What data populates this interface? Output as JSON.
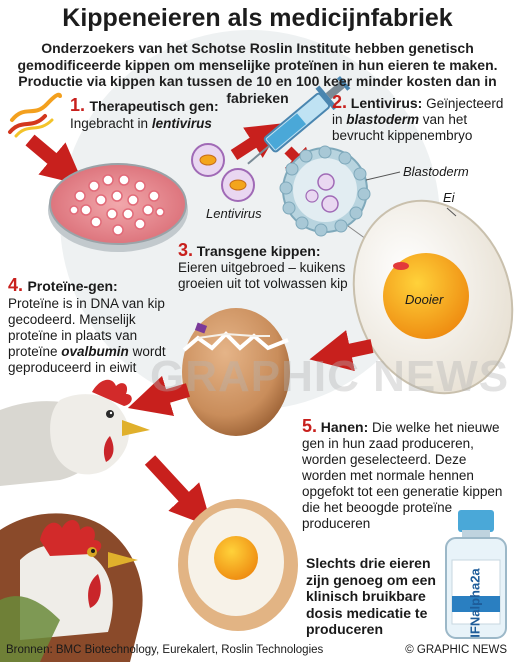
{
  "title": "Kippeneieren als medicijnfabriek",
  "intro": "Onderzoekers van het Schotse Roslin Institute hebben genetisch gemodificeerde kippen om menselijke proteïnen in hun eieren te maken. Productie via kippen kan tussen de 10 en 100 keer minder kosten dan in fabrieken",
  "steps": {
    "s1": {
      "num": "1.",
      "head": "Therapeutisch gen:",
      "text_a": "Ingebracht in ",
      "text_b": "lentivirus"
    },
    "s2": {
      "num": "2.",
      "head": "Lentivirus:",
      "text_a": " Geïnjecteerd in ",
      "text_b": "blastoderm",
      "text_c": " van het bevrucht kippenembryo"
    },
    "s3": {
      "num": "3.",
      "head": "Transgene kippen:",
      "text": " Eieren uitgebroed – kuikens groeien uit tot volwassen kip"
    },
    "s4": {
      "num": "4.",
      "head": "Proteïne-gen:",
      "text_a": "Proteïne is in DNA van kip gecodeerd. Menselijk proteïne in plaats van proteïne ",
      "text_b": "ovalbumin",
      "text_c": " wordt geproduceerd in eiwit"
    },
    "s5": {
      "num": "5.",
      "head": "Hanen:",
      "text": " Die welke het nieuwe gen in hun zaad produceren, worden geselecteerd. Deze worden met normale hennen opgefokt tot een generatie kippen die het beoogde proteïne produceren"
    }
  },
  "labels": {
    "lentivirus": "Lentivirus",
    "blastoderm": "Blastoderm",
    "ei": "Ei",
    "dooier": "Dooier"
  },
  "conclusion": "Slechts drie eieren zijn genoeg om een klinisch bruikbare dosis medicatie te produceren",
  "vial_label": "IFNalpha2a",
  "watermark": "GRAPHIC NEWS",
  "footer": {
    "sources": "Bronnen: BMC Biotechnology, Eurekalert, Roslin Technologies",
    "credit": "© GRAPHIC NEWS"
  },
  "colors": {
    "accent": "#c8201d",
    "egg": "#c88f5f",
    "yolk": "#f2a21f"
  }
}
